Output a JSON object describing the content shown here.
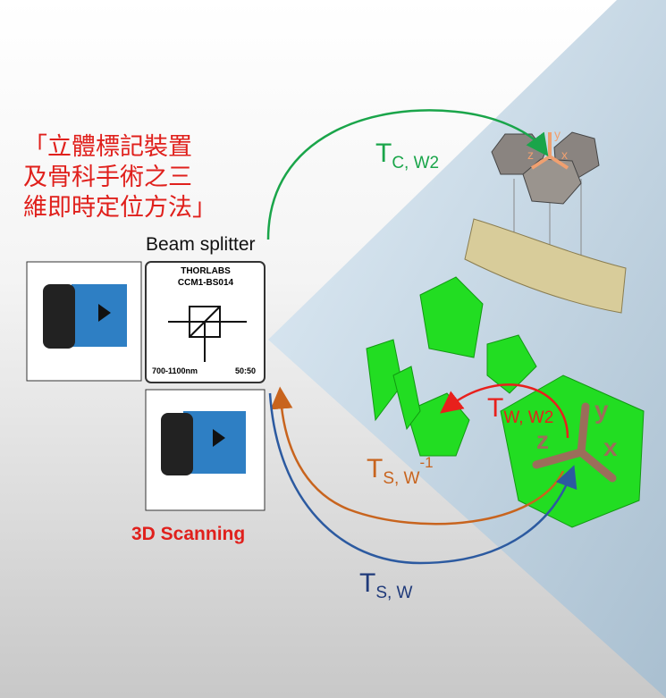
{
  "title_lines": [
    "「立體標記裝置",
    "及骨科手術之三",
    "維即時定位方法」"
  ],
  "beam_splitter_label": "Beam splitter",
  "scanning_label": "3D Scanning",
  "splitter_card": {
    "brand": "THORLABS",
    "model": "CCM1-BS014",
    "wavelength": "700-1100nm",
    "ratio": "50:50"
  },
  "transforms": [
    {
      "main": "T",
      "sub": "C, W2",
      "color": "#1aa54a"
    },
    {
      "main": "T",
      "sub": "W, W2",
      "color": "#e8201c"
    },
    {
      "main": "T",
      "sub": "S, W",
      "sup": "-1",
      "color": "#c8641e"
    },
    {
      "main": "T",
      "sub": "S, W",
      "color": "#1f3a7a"
    }
  ],
  "axes": {
    "top": [
      "z",
      "y",
      "x"
    ],
    "bottom": [
      "z",
      "y",
      "x"
    ]
  }
}
